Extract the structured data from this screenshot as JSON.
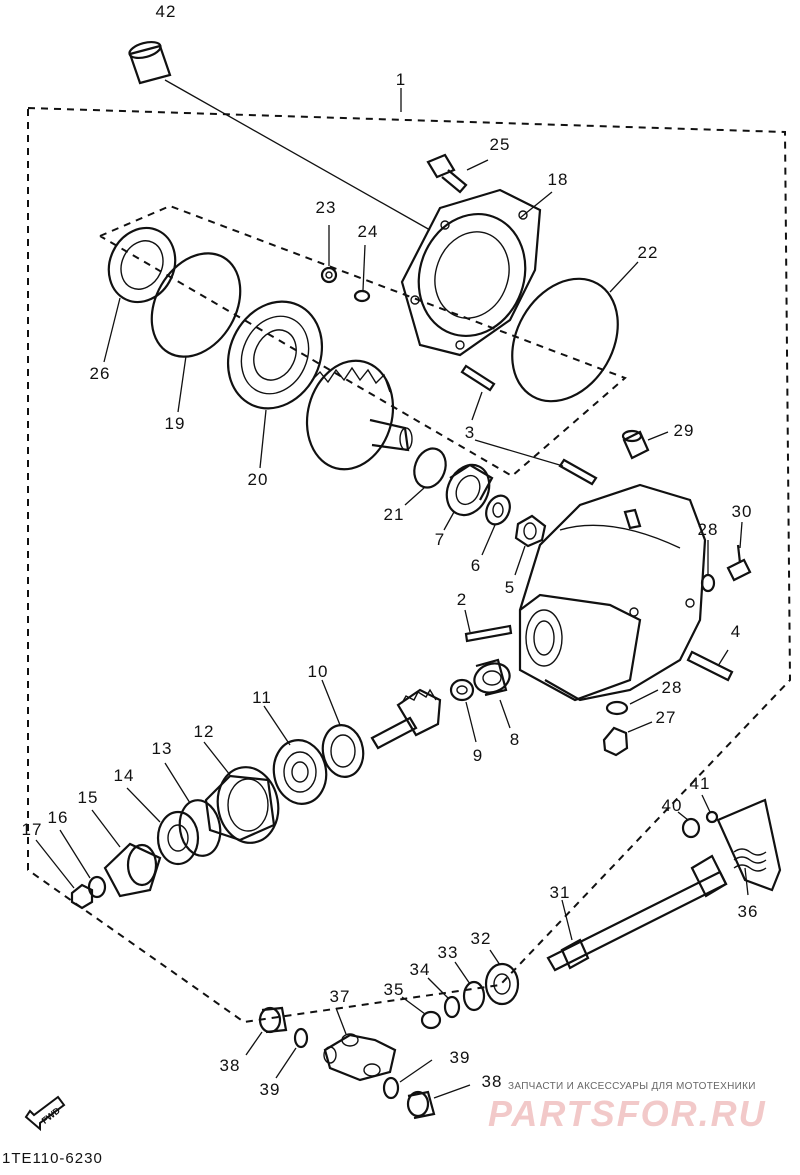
{
  "diagram": {
    "code": "1TE110-6230",
    "watermark_small": "ЗАПЧАСТИ И АКСЕССУАРЫ ДЛЯ МОТОТЕХНИКИ",
    "watermark_big": "PARTSFOR.RU",
    "direction_label": "FWD",
    "part_numbers": [
      "1",
      "2",
      "3",
      "4",
      "5",
      "6",
      "7",
      "8",
      "9",
      "10",
      "11",
      "12",
      "13",
      "14",
      "15",
      "16",
      "17",
      "18",
      "19",
      "20",
      "21",
      "22",
      "23",
      "24",
      "25",
      "26",
      "27",
      "28",
      "29",
      "30",
      "31",
      "32",
      "33",
      "34",
      "35",
      "36",
      "37",
      "38",
      "39",
      "40",
      "41",
      "42"
    ],
    "labels": {
      "n42": "42",
      "n1": "1",
      "n25": "25",
      "n18": "18",
      "n23": "23",
      "n24": "24",
      "n22": "22",
      "n26": "26",
      "n19": "19",
      "n20": "20",
      "n3": "3",
      "n29": "29",
      "n21": "21",
      "n7": "7",
      "n6": "6",
      "n5": "5",
      "n28a": "28",
      "n30": "30",
      "n2": "2",
      "n4": "4",
      "n10": "10",
      "n11": "11",
      "n12": "12",
      "n13": "13",
      "n14": "14",
      "n15": "15",
      "n16": "16",
      "n17": "17",
      "n9": "9",
      "n8": "8",
      "n28b": "28",
      "n27": "27",
      "n41": "41",
      "n40": "40",
      "n36": "36",
      "n31": "31",
      "n32": "32",
      "n33": "33",
      "n34": "34",
      "n35": "35",
      "n37": "37",
      "n38a": "38",
      "n39a": "39",
      "n39b": "39",
      "n38b": "38"
    }
  }
}
